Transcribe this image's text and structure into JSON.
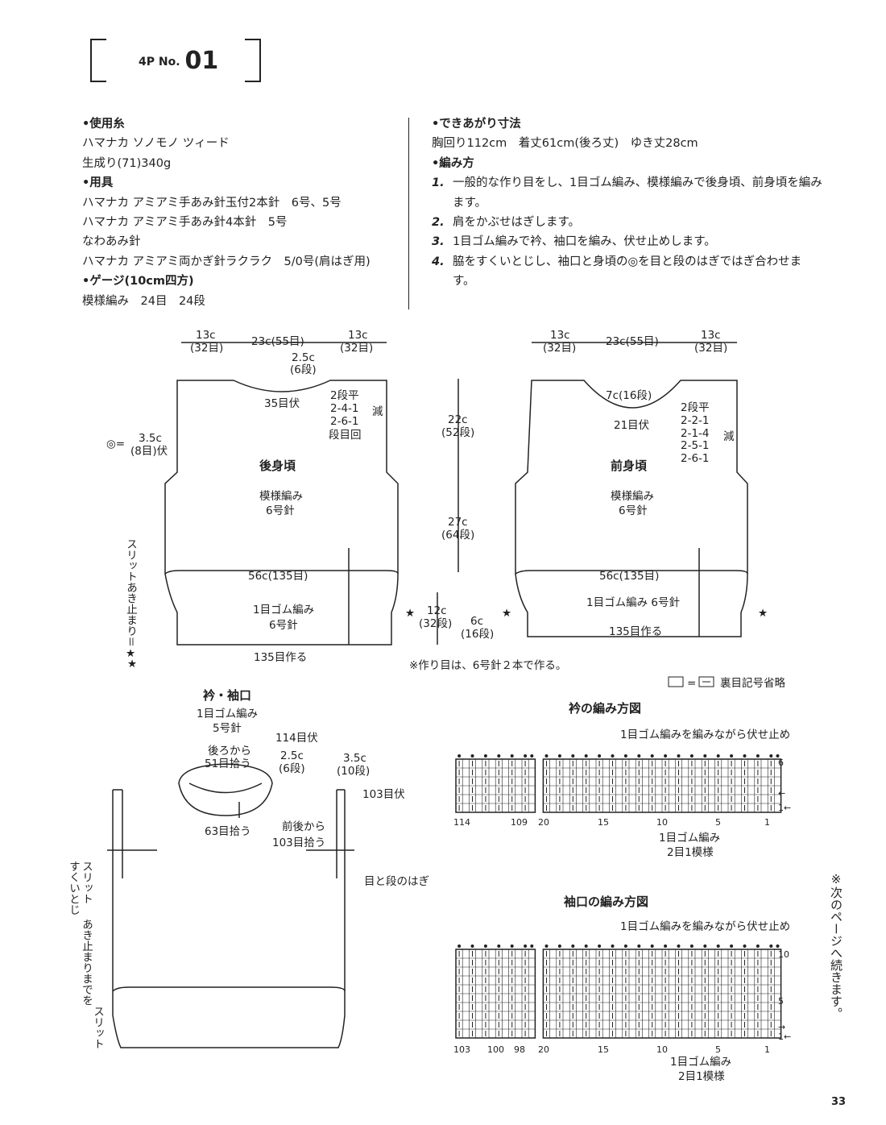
{
  "header": {
    "page_ref": "4P No.",
    "number": "01"
  },
  "materials": {
    "yarn_heading": "•使用糸",
    "yarn_lines": [
      "ハマナカ ソノモノ ツィード",
      "生成り(71)340g"
    ],
    "tools_heading": "•用具",
    "tools_lines": [
      "ハマナカ アミアミ手あみ針玉付2本針　6号、5号",
      "ハマナカ アミアミ手あみ針4本針　5号",
      "なわあみ針",
      "ハマナカ アミアミ両かぎ針ラクラク　5/0号(肩はぎ用)"
    ],
    "gauge_heading": "•ゲージ(10cm四方)",
    "gauge_line": "模様編み　24目　24段"
  },
  "finished": {
    "heading": "•できあがり寸法",
    "sizes": "胸回り112cm　着丈61cm(後ろ丈)　ゆき丈28cm",
    "method_heading": "•編み方",
    "steps": [
      {
        "n": "1.",
        "text": "一般的な作り目をし、1目ゴム編み、模様編みで後身頃、前身頃を編みます。"
      },
      {
        "n": "2.",
        "text": "肩をかぶせはぎします。"
      },
      {
        "n": "3.",
        "text": "1目ゴム編みで衿、袖口を編み、伏せ止めします。"
      },
      {
        "n": "4.",
        "text": "脇をすくいとじし、袖口と身頃の◎を目と段のはぎではぎ合わせます。"
      }
    ]
  },
  "back": {
    "top_dims": [
      "13c",
      "(32目)",
      "23c(55目)",
      "13c",
      "(32目)"
    ],
    "neck_depth": [
      "2.5c",
      "(6段)"
    ],
    "neck_bind": "35目伏",
    "dec": [
      "2段平",
      "2-4-1",
      "2-6-1",
      "段目回"
    ],
    "dec_label": "減",
    "armhole_mark": "◎=",
    "armhole": [
      "3.5c",
      "(8目)伏"
    ],
    "title": "後身頃",
    "stitch": [
      "模様編み",
      "6号針"
    ],
    "width": "56c(135目)",
    "rib": [
      "1目ゴム編み",
      "6号針"
    ],
    "cast_on": "135目作る",
    "slit_label": "スリットあき止まり＝★"
  },
  "middle": {
    "upper": [
      "22c",
      "(52段)"
    ],
    "lower": [
      "27c",
      "(64段)"
    ],
    "rib_back": [
      "12c",
      "(32段)"
    ],
    "rib_front": [
      "6c",
      "(16段)"
    ],
    "note": "※作り目は、6号針２本で作る。"
  },
  "front": {
    "top_dims": [
      "13c",
      "(32目)",
      "23c(55目)",
      "13c",
      "(32目)"
    ],
    "neck_depth": "7c(16段)",
    "neck_bind": "21目伏",
    "dec": [
      "2段平",
      "2-2-1",
      "2-1-4",
      "2-5-1",
      "2-6-1"
    ],
    "dec_label": "減",
    "title": "前身頃",
    "stitch": [
      "模様編み",
      "6号針"
    ],
    "width": "56c(135目)",
    "rib": "1目ゴム編み 6号針",
    "cast_on": "135目作る"
  },
  "legend": {
    "text": "裏目記号省略",
    "eq": "="
  },
  "collar": {
    "title": "衿・袖口",
    "sub": [
      "1目ゴム編み",
      "5号針"
    ],
    "bind": "114目伏",
    "pick_back": [
      "後ろから",
      "51目拾う"
    ],
    "depth": [
      "2.5c",
      "(6段)"
    ],
    "sleeve_depth": [
      "3.5c",
      "(10段)"
    ],
    "sleeve_bind": "103目伏",
    "pick_front": "63目拾う",
    "pick_sleeve": [
      "前後から",
      "103目拾う"
    ],
    "seam": "目と段のはぎ",
    "side_seam": [
      "スリット",
      "すくいとじ"
    ],
    "side_seam2": "あき止まりまでを",
    "slit": "スリット"
  },
  "neck_chart": {
    "title": "衿の編み方図",
    "bind_note": "1目ゴム編みを編みながら伏せ止め",
    "row_labels": [
      "6",
      "←",
      "1←"
    ],
    "col_labels": [
      "114",
      "109",
      "20",
      "15",
      "10",
      "5",
      "1"
    ],
    "rib": [
      "1目ゴム編み",
      "2目1模様"
    ]
  },
  "sleeve_chart": {
    "title": "袖口の編み方図",
    "bind_note": "1目ゴム編みを編みながら伏せ止め",
    "row_labels": [
      "10",
      "5",
      "→",
      "1←"
    ],
    "col_labels": [
      "103",
      "100",
      "98",
      "20",
      "15",
      "10",
      "5",
      "1"
    ],
    "rib": [
      "1目ゴム編み",
      "2目1模様"
    ]
  },
  "continue_note": "※次のページへ続きます。",
  "page_number": "33"
}
